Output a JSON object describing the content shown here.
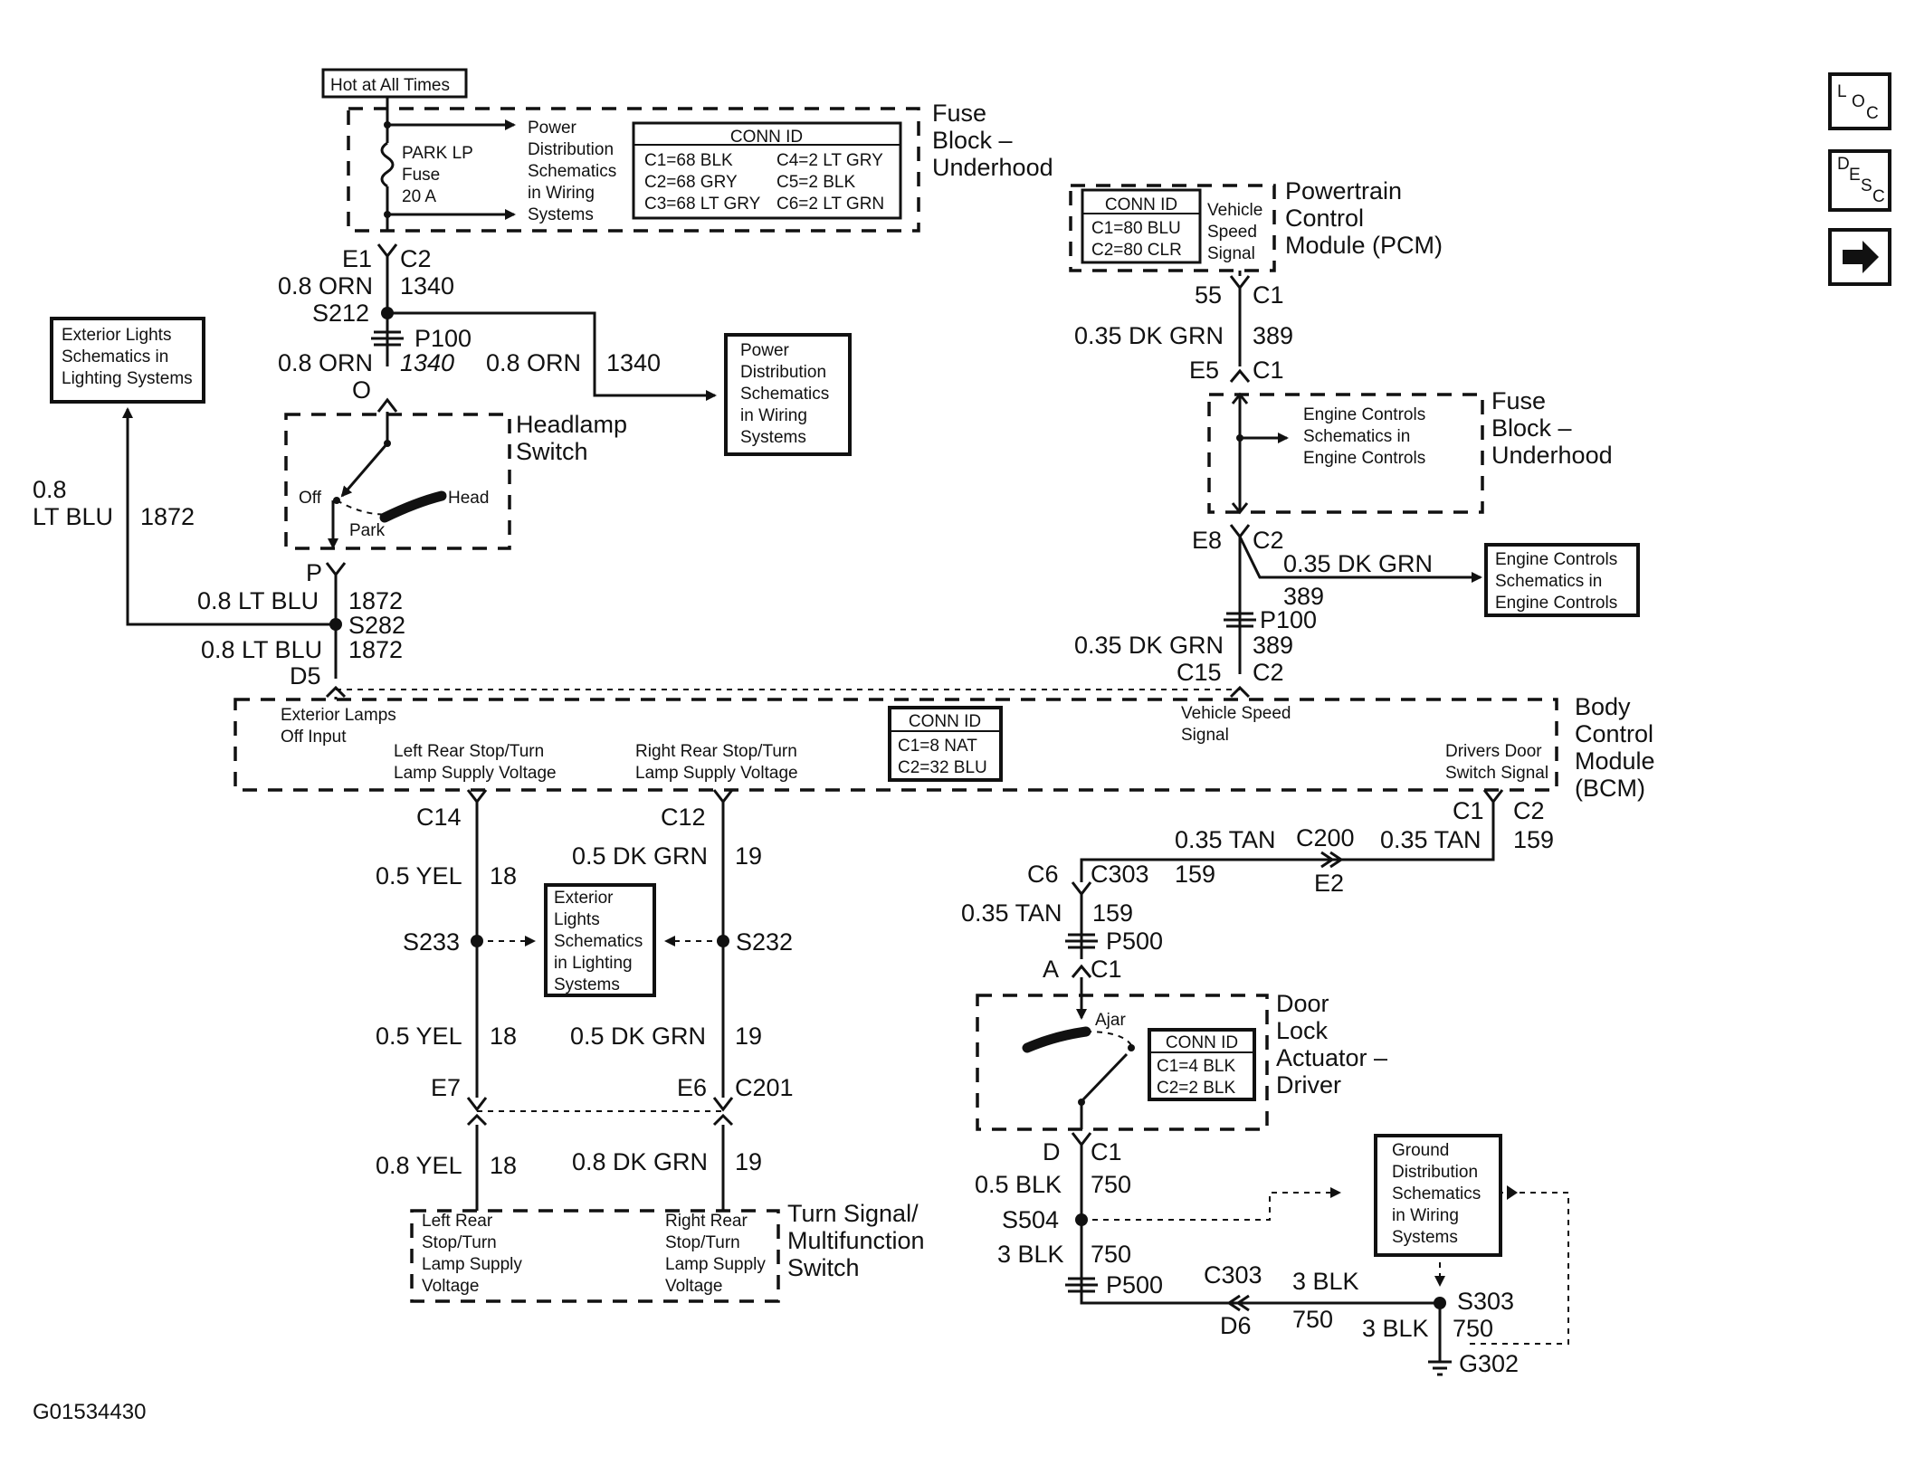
{
  "diagram": {
    "hot_label": "Hot at All Times",
    "fuse_block_top": {
      "title": [
        "Fuse",
        "Block –",
        "Underhood"
      ],
      "fuse": [
        "PARK LP",
        "Fuse",
        "20 A"
      ],
      "ref": [
        "Power",
        "Distribution",
        "Schematics",
        "in Wiring",
        "Systems"
      ],
      "conn_title": "CONN ID",
      "conn": [
        "C1=68 BLK",
        "C4=2 LT GRY",
        "C2=68 GRY",
        "C5=2 BLK",
        "C3=68 LT GRY",
        "C6=2 LT GRN"
      ]
    },
    "pcm": {
      "title": [
        "Powertrain",
        "Control",
        "Module (PCM)"
      ],
      "conn_title": "CONN ID",
      "conn": [
        "C1=80 BLU",
        "C2=80 CLR"
      ],
      "signal": [
        "Vehicle",
        "Speed",
        "Signal"
      ]
    },
    "fuse_block_right": {
      "title": [
        "Fuse",
        "Block –",
        "Underhood"
      ],
      "ref": [
        "Engine Controls",
        "Schematics in",
        "Engine Controls"
      ]
    },
    "engine_ref": [
      "Engine Controls",
      "Schematics in",
      "Engine Controls"
    ],
    "ext_lights_ref_top": [
      "Exterior Lights",
      "Schematics in",
      "Lighting Systems"
    ],
    "power_ref_mid": [
      "Power",
      "Distribution",
      "Schematics",
      "in Wiring",
      "Systems"
    ],
    "headlamp": {
      "title": [
        "Headlamp",
        "Switch"
      ],
      "off": "Off",
      "park": "Park",
      "head": "Head"
    },
    "bcm": {
      "title": [
        "Body",
        "Control",
        "Module",
        "(BCM)"
      ],
      "ext_lamps": [
        "Exterior Lamps",
        "Off Input"
      ],
      "left_rear": [
        "Left Rear Stop/Turn",
        "Lamp Supply Voltage"
      ],
      "right_rear": [
        "Right Rear Stop/Turn",
        "Lamp Supply Voltage"
      ],
      "conn_title": "CONN ID",
      "conn": [
        "C1=8 NAT",
        "C2=32 BLU"
      ],
      "vss": [
        "Vehicle Speed",
        "Signal"
      ],
      "door": [
        "Drivers Door",
        "Switch Signal"
      ]
    },
    "ext_lights_ref_mid": [
      "Exterior",
      "Lights",
      "Schematics",
      "in Lighting",
      "Systems"
    ],
    "turn_switch": {
      "title": [
        "Turn Signal/",
        "Multifunction",
        "Switch"
      ],
      "left": [
        "Left Rear",
        "Stop/Turn",
        "Lamp Supply",
        "Voltage"
      ],
      "right": [
        "Right Rear",
        "Stop/Turn",
        "Lamp Supply",
        "Voltage"
      ]
    },
    "door_lock": {
      "title": [
        "Door",
        "Lock",
        "Actuator –",
        "Driver"
      ],
      "ajar": "Ajar",
      "conn_title": "CONN ID",
      "conn": [
        "C1=4 BLK",
        "C2=2 BLK"
      ]
    },
    "ground_ref": [
      "Ground",
      "Distribution",
      "Schematics",
      "in Wiring",
      "Systems"
    ],
    "figure_id": "G01534430",
    "side_buttons": {
      "loc": [
        "L",
        "O",
        "C"
      ],
      "desc": [
        "D",
        "E",
        "S",
        "C"
      ]
    },
    "labels": {
      "e1": "E1",
      "c2a": "C2",
      "w08orn1": "0.8 ORN",
      "n1340a": "1340",
      "s212": "S212",
      "p100a": "P100",
      "w08orn2": "0.8 ORN",
      "n1340b": "1340",
      "w08orn3": "0.8 ORN",
      "n1340c": "1340",
      "o": "O",
      "w08": "0.8",
      "ltblu": "LT BLU",
      "n1872a": "1872",
      "p": "P",
      "w08ltblu1": "0.8 LT BLU",
      "n1872b": "1872",
      "s282": "S282",
      "w08ltblu2": "0.8 LT BLU",
      "n1872c": "1872",
      "d5": "D5",
      "n55": "55",
      "c1a": "C1",
      "w035dkgrn1": "0.35 DK GRN",
      "n389a": "389",
      "e5": "E5",
      "c1b": "C1",
      "e8": "E8",
      "c2b": "C2",
      "w035dkgrn2": "0.35 DK GRN",
      "n389b": "389",
      "p100b": "P100",
      "w035dkgrn3": "0.35 DK GRN",
      "n389c": "389",
      "c15": "C15",
      "c2c": "C2",
      "c14": "C14",
      "c12": "C12",
      "w05dkgrn1": "0.5 DK GRN",
      "n19a": "19",
      "w05yel1": "0.5 YEL",
      "n18a": "18",
      "s233": "S233",
      "s232": "S232",
      "w05yel2": "0.5 YEL",
      "n18b": "18",
      "w05dkgrn2": "0.5 DK GRN",
      "n19b": "19",
      "e7": "E7",
      "e6": "E6",
      "c201": "C201",
      "w08yel": "0.8 YEL",
      "n18c": "18",
      "w08dkgrn": "0.8 DK GRN",
      "n19c": "19",
      "c1c": "C1",
      "c2d": "C2",
      "w035tan1": "0.35 TAN",
      "c200": "C200",
      "w035tan2": "0.35 TAN",
      "n159a": "159",
      "e2": "E2",
      "c6": "C6",
      "c303a": "C303",
      "n159b": "159",
      "w035tan3": "0.35 TAN",
      "n159c": "159",
      "p500a": "P500",
      "a": "A",
      "c1d": "C1",
      "d": "D",
      "c1e": "C1",
      "w05blk": "0.5 BLK",
      "n750a": "750",
      "s504": "S504",
      "w3blk1": "3 BLK",
      "n750b": "750",
      "p500b": "P500",
      "c303b": "C303",
      "w3blk2": "3 BLK",
      "d6": "D6",
      "n750c": "750",
      "w3blk3": "3 BLK",
      "n750d": "750",
      "s303": "S303",
      "g302": "G302"
    }
  }
}
